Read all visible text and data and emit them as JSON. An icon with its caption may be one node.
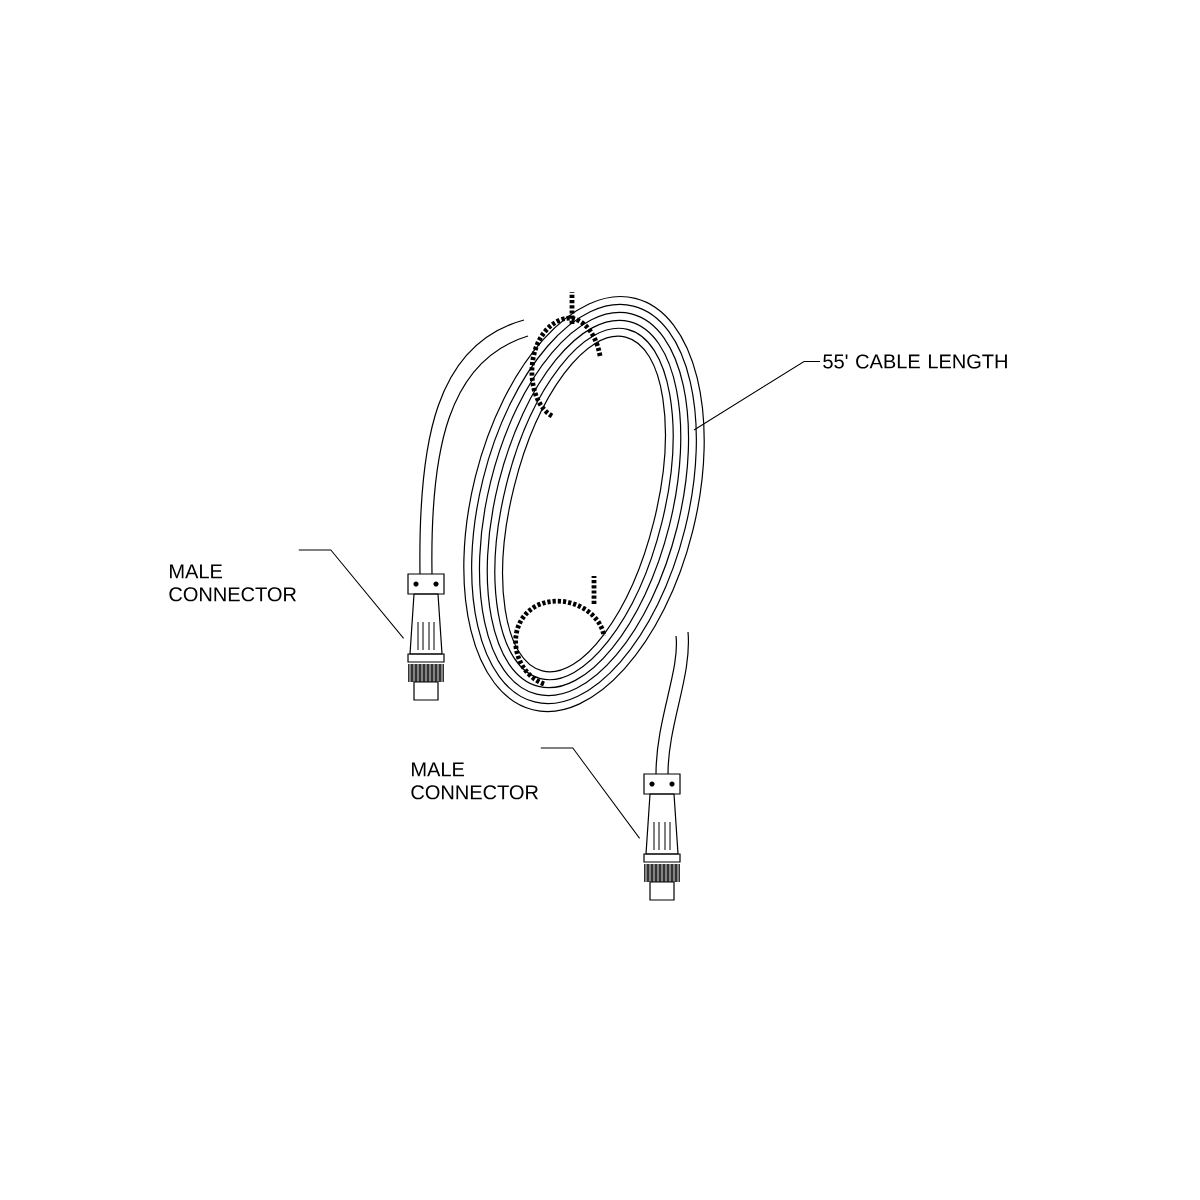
{
  "diagram": {
    "nodes": [
      {
        "text": [
          "MALE CONNECTOR"
        ]
      },
      {
        "text": [],
        "shape": "picture"
      },
      {
        "text": [
          "55' CABLE LENGTH"
        ]
      },
      {
        "text": [
          "MALE CONNECTOR"
        ]
      },
      {
        "text": [],
        "shape": "picture"
      }
    ],
    "edges": [
      {
        "from": 0,
        "to": 1,
        "arrow": "none"
      },
      {
        "from": 2,
        "to": null,
        "arrow": "none"
      },
      {
        "from": 3,
        "to": 4,
        "arrow": "none"
      }
    ]
  }
}
